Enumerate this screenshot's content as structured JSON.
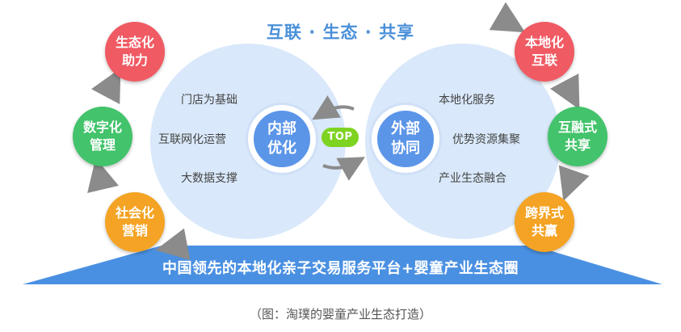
{
  "title": "互联 · 生态 · 共享",
  "left_core": {
    "line1": "内部",
    "line2": "优化"
  },
  "right_core": {
    "line1": "外部",
    "line2": "协同"
  },
  "left_items": [
    "门店为基础",
    "互联网化运营",
    "大数据支撑"
  ],
  "right_items": [
    "本地化服务",
    "优势资源集聚",
    "产业生态融合"
  ],
  "logo_text": "TOP",
  "left_nodes": [
    {
      "line1": "生态化",
      "line2": "助力",
      "color": "#f05a63"
    },
    {
      "line1": "数字化",
      "line2": "管理",
      "color": "#43c36b"
    },
    {
      "line1": "社会化",
      "line2": "营销",
      "color": "#f4a324"
    }
  ],
  "right_nodes": [
    {
      "line1": "本地化",
      "line2": "互联",
      "color": "#f05a63"
    },
    {
      "line1": "互融式",
      "line2": "共享",
      "color": "#43c36b"
    },
    {
      "line1": "跨界式",
      "line2": "共赢",
      "color": "#f4a324"
    }
  ],
  "banner": "中国领先的本地化亲子交易服务平台+婴童产业生态圈",
  "caption": "（图：淘璞的婴童产业生态打造）",
  "colors": {
    "banner": "#4a90e2",
    "circle": "#d9e8fa",
    "core": "#5b95e8",
    "arrow": "#8b8b8b"
  }
}
